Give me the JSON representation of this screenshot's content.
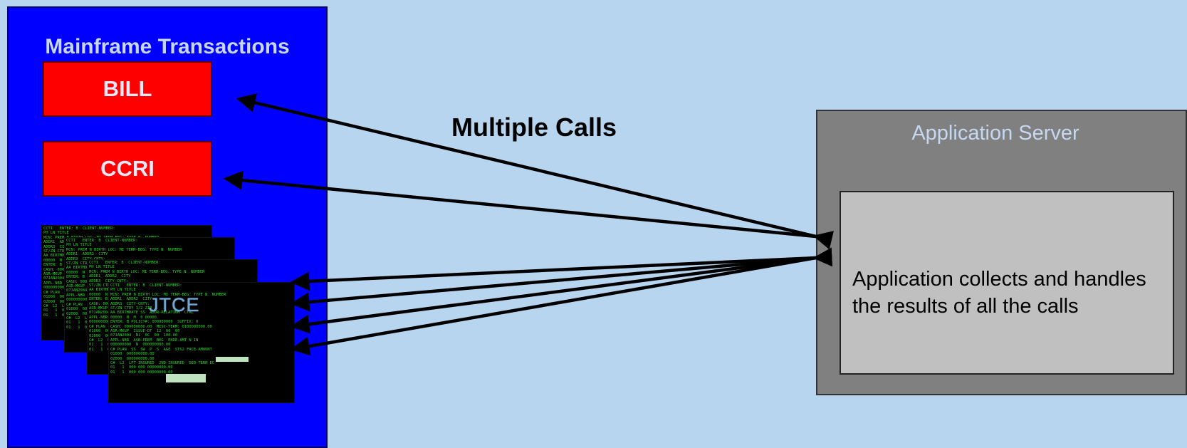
{
  "mainframe": {
    "title": "Mainframe Transactions",
    "transactions": [
      "BILL",
      "CCRI"
    ],
    "terminal_label": "JTCE",
    "terminal_lines": [
      "CCTI   ENTER: B  CLIENT-NUMBER:",
      "PH LN TITLE",
      "MCN: PREM N BIRTH LOC: MI TERM-BEG: TYPE N  NUMBER",
      "ADDR1  ADDR2  CITY",
      "ADDR3  CITY-CNTY:",
      "ST/ZN CTRY 1/2 ZIP",
      "AA BIRTHDATE SS  ADDR-RELATION  CTRL",
      "00000  N  M  0 00000",
      "ENTER: B POLICY#: 000000000  SUFFIX: 0",
      "CASH: 000000000.00  MISC-TERM: 0100000000.00",
      "ASR-MKUP  ISSUE-DT  12  00  00",
      "07JAN2004  N1  0C  00  100.00",
      "APPL-NBR  ASR-PREM  BEG  ENDE-AMT N IN",
      "000000000  N  000000000.00",
      "C# PLAN  SS  SW  P  S  AGE  STS2 FACE-AMOUNT",
      "01000  000000000.00",
      "02000  000000000.00",
      "C#  L2  LPT-INSURED  2ND-INSURED  DED-TERM EC",
      "01   1  000 000 00000000.00",
      "01   1  000 000 00000000.00"
    ]
  },
  "multiple_calls_label": "Multiple Calls",
  "app_server": {
    "title": "Application Server",
    "description": "Application collects and handles the results of all the calls"
  },
  "colors": {
    "background": "#b8d5ef",
    "mainframe": "#0000ff",
    "transaction": "#ff0000",
    "server": "#808080",
    "inner": "#c0c0c0",
    "terminal_text": "#2bd62b"
  }
}
